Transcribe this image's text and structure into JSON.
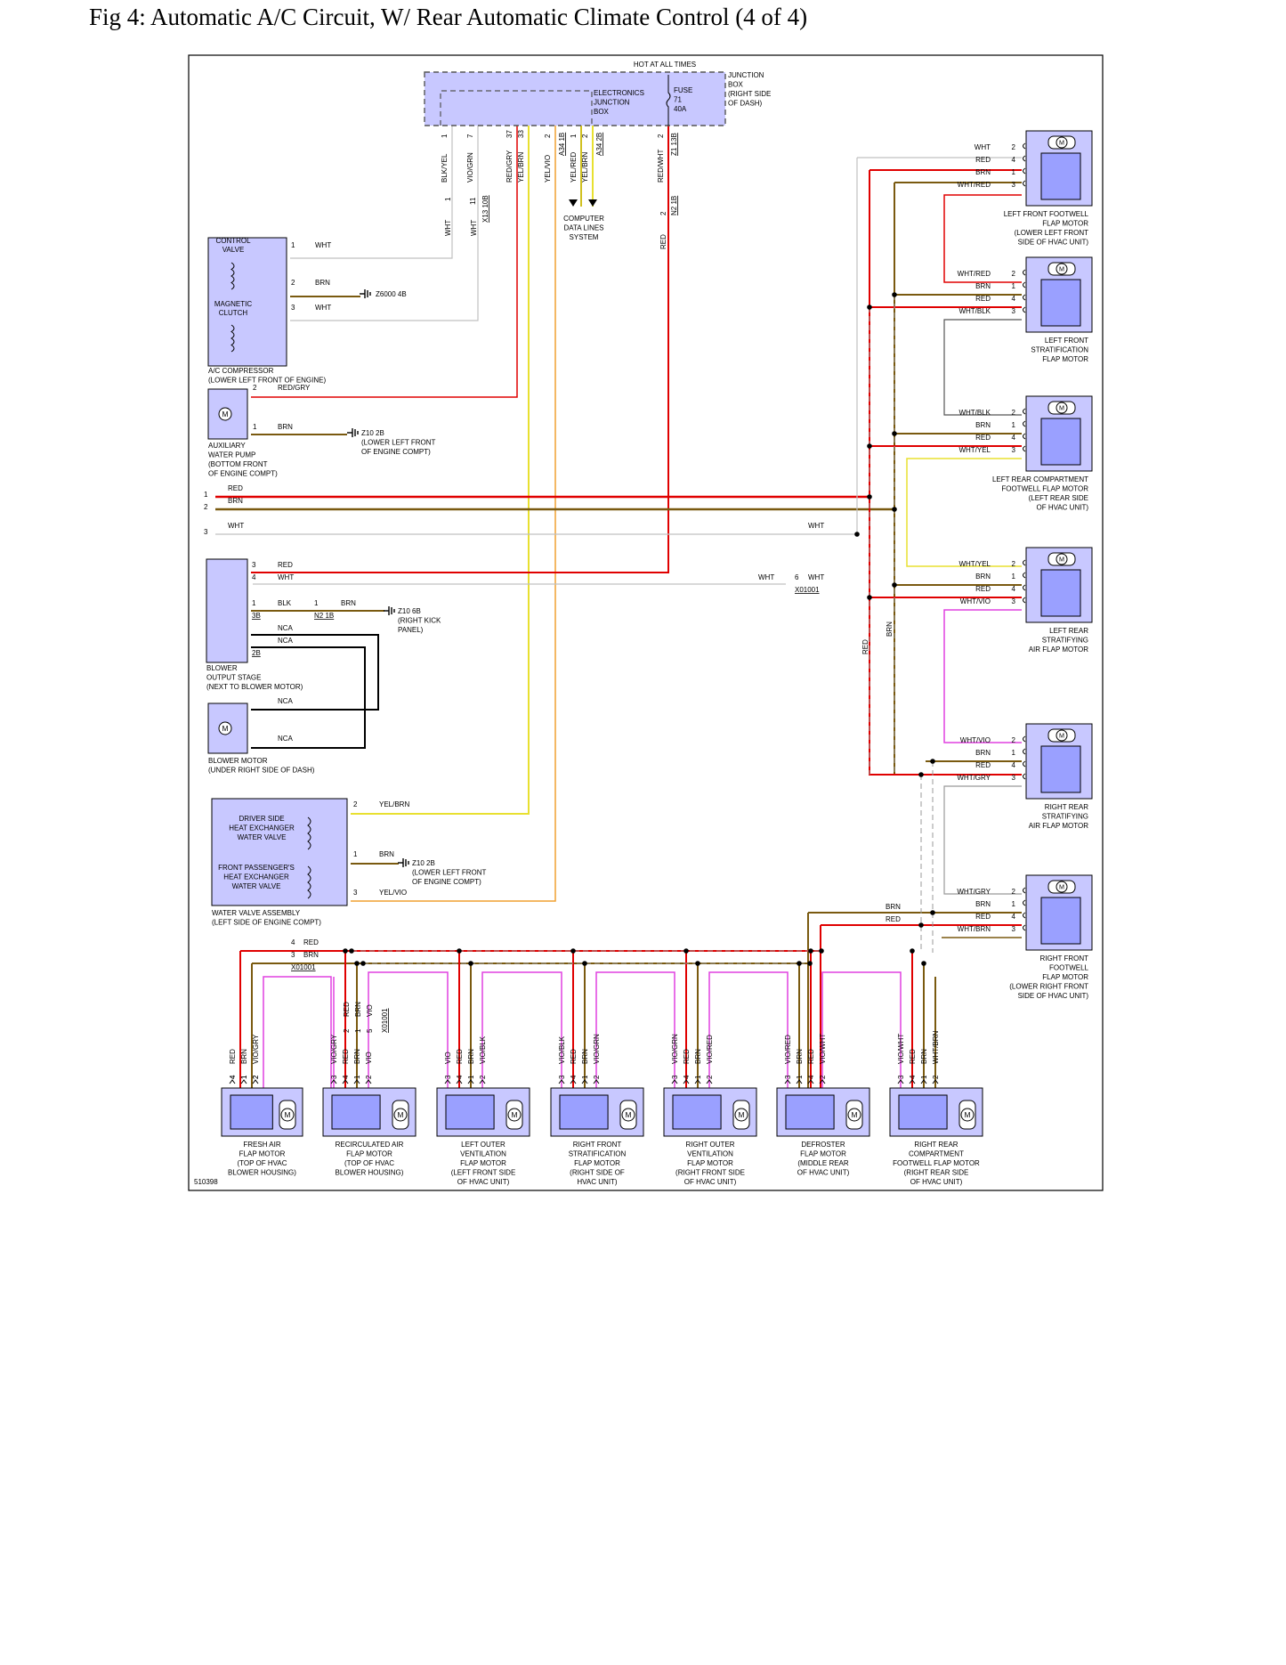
{
  "page": {
    "title": "Fig 4: Automatic A/C Circuit, W/ Rear Automatic Climate Control (4 of 4)"
  },
  "diagram_id": "510398",
  "colors": {
    "red": "#e00000",
    "brown": "#7a5a10",
    "white": "#c0c0c0",
    "yellow": "#e8e030",
    "orange": "#f0a030",
    "violet": "#e040e0",
    "black": "#000000",
    "component_fill": "#c8c8ff"
  },
  "junction_box": {
    "hot_label": "HOT AT ALL TIMES",
    "name": [
      "JUNCTION",
      "BOX",
      "(RIGHT SIDE",
      "OF DASH)"
    ],
    "ejb": [
      "ELECTRONICS",
      "JUNCTION",
      "BOX"
    ],
    "fuse": [
      "FUSE",
      "71",
      "40A"
    ],
    "pins": [
      {
        "pin": "1",
        "wire": "BLK/YEL"
      },
      {
        "pin": "7",
        "wire": "VIO/GRN"
      },
      {
        "pin": "37",
        "wire": "RED/GRY"
      },
      {
        "pin": "33",
        "wire": "YEL/BRN"
      },
      {
        "pin": "2",
        "wire": "YEL/VIO"
      },
      {
        "pin": "1",
        "wire": "YEL/RED"
      },
      {
        "pin": "2",
        "wire": "YEL/BRN"
      },
      {
        "pin": "2",
        "wire": "RED/WHT"
      }
    ],
    "connectors": [
      "A34 1B",
      "A34 2B",
      "Z1 13B"
    ],
    "lower_connector": "X13 10B",
    "lower_pins": [
      "1",
      "11"
    ],
    "lower_wires": [
      "WHT",
      "WHT",
      "RED"
    ],
    "n2": {
      "pin": "2",
      "connector": "N2 1B"
    }
  },
  "computer_data_lines": [
    "COMPUTER",
    "DATA LINES",
    "SYSTEM"
  ],
  "ac_compressor": {
    "control_valve": [
      "CONTROL",
      "VALVE"
    ],
    "magnetic_clutch": [
      "MAGNETIC",
      "CLUTCH"
    ],
    "name": [
      "A/C COMPRESSOR",
      "(LOWER LEFT FRONT OF ENGINE)"
    ],
    "pins": [
      {
        "pin": "1",
        "wire": "WHT"
      },
      {
        "pin": "2",
        "wire": "BRN"
      },
      {
        "pin": "3",
        "wire": "WHT"
      }
    ],
    "ground": "Z6000 4B"
  },
  "aux_pump": {
    "name": [
      "AUXILIARY",
      "WATER PUMP",
      "(BOTTOM FRONT",
      "OF ENGINE COMPT)"
    ],
    "pins": [
      {
        "pin": "2",
        "wire": "RED/GRY"
      },
      {
        "pin": "1",
        "wire": "BRN"
      }
    ],
    "ground": [
      "Z10 2B",
      "(LOWER LEFT FRONT",
      "OF ENGINE COMPT)"
    ]
  },
  "bus": {
    "labels": [
      {
        "pin": "1",
        "wire": "RED"
      },
      {
        "pin": "2",
        "wire": "BRN"
      },
      {
        "pin": "3",
        "wire": "WHT"
      }
    ],
    "right_label": "WHT"
  },
  "blower_output": {
    "name": [
      "BLOWER",
      "OUTPUT STAGE",
      "(NEXT TO BLOWER MOTOR)"
    ],
    "pins": [
      {
        "pin": "3",
        "wire": "RED"
      },
      {
        "pin": "4",
        "wire": "WHT"
      },
      {
        "pin": "1",
        "wire": "BLK"
      },
      {
        "pin": "3B",
        "wire": "NCA"
      },
      {
        "pin": "2B",
        "wire": "NCA"
      }
    ],
    "connector": {
      "pin": "1",
      "name": "N2 1B",
      "wire": "BRN"
    },
    "ground": [
      "Z10 6B",
      "(RIGHT KICK",
      "PANEL)"
    ],
    "x01001": {
      "pin": "6",
      "wire": "WHT",
      "name": "X01001",
      "left_wire": "WHT"
    }
  },
  "blower_motor": {
    "name": [
      "BLOWER MOTOR",
      "(UNDER RIGHT SIDE OF DASH)"
    ],
    "wires": [
      "NCA",
      "NCA"
    ]
  },
  "water_valve": {
    "driver": [
      "DRIVER SIDE",
      "HEAT EXCHANGER",
      "WATER VALVE"
    ],
    "passenger": [
      "FRONT PASSENGER'S",
      "HEAT EXCHANGER",
      "WATER VALVE"
    ],
    "name": [
      "WATER VALVE ASSEMBLY",
      "(LEFT SIDE OF ENGINE COMPT)"
    ],
    "pins": [
      {
        "pin": "2",
        "wire": "YEL/BRN"
      },
      {
        "pin": "1",
        "wire": "BRN"
      },
      {
        "pin": "3",
        "wire": "YEL/VIO"
      }
    ],
    "ground": [
      "Z10 2B",
      "(LOWER LEFT FRONT",
      "OF ENGINE COMPT)"
    ]
  },
  "x01001_bottom": {
    "pins": [
      {
        "pin": "4",
        "wire": "RED"
      },
      {
        "pin": "3",
        "wire": "BRN"
      }
    ],
    "name": "X01001"
  },
  "right_motors": [
    {
      "name": [
        "LEFT FRONT FOOTWELL",
        "FLAP MOTOR",
        "(LOWER LEFT FRONT",
        "SIDE OF HVAC UNIT)"
      ],
      "pins": [
        {
          "wire": "WHT",
          "pin": "2"
        },
        {
          "wire": "RED",
          "pin": "4"
        },
        {
          "wire": "BRN",
          "pin": "1"
        },
        {
          "wire": "WHT/RED",
          "pin": "3"
        }
      ]
    },
    {
      "name": [
        "LEFT FRONT",
        "STRATIFICATION",
        "FLAP MOTOR"
      ],
      "pins": [
        {
          "wire": "WHT/RED",
          "pin": "2"
        },
        {
          "wire": "BRN",
          "pin": "1"
        },
        {
          "wire": "RED",
          "pin": "4"
        },
        {
          "wire": "WHT/BLK",
          "pin": "3"
        }
      ]
    },
    {
      "name": [
        "LEFT REAR COMPARTMENT",
        "FOOTWELL FLAP MOTOR",
        "(LEFT REAR SIDE",
        "OF HVAC UNIT)"
      ],
      "pins": [
        {
          "wire": "WHT/BLK",
          "pin": "2"
        },
        {
          "wire": "BRN",
          "pin": "1"
        },
        {
          "wire": "RED",
          "pin": "4"
        },
        {
          "wire": "WHT/YEL",
          "pin": "3"
        }
      ]
    },
    {
      "name": [
        "LEFT REAR",
        "STRATIFYING",
        "AIR FLAP MOTOR"
      ],
      "pins": [
        {
          "wire": "WHT/YEL",
          "pin": "2"
        },
        {
          "wire": "BRN",
          "pin": "1"
        },
        {
          "wire": "RED",
          "pin": "4"
        },
        {
          "wire": "WHT/VIO",
          "pin": "3"
        }
      ]
    },
    {
      "name": [
        "RIGHT REAR",
        "STRATIFYING",
        "AIR FLAP MOTOR"
      ],
      "pins": [
        {
          "wire": "WHT/VIO",
          "pin": "2"
        },
        {
          "wire": "BRN",
          "pin": "1"
        },
        {
          "wire": "RED",
          "pin": "4"
        },
        {
          "wire": "WHT/GRY",
          "pin": "3"
        }
      ]
    },
    {
      "name": [
        "RIGHT FRONT",
        "FOOTWELL",
        "FLAP MOTOR",
        "(LOWER RIGHT FRONT",
        "SIDE OF HVAC UNIT)"
      ],
      "pins": [
        {
          "wire": "WHT/GRY",
          "pin": "2"
        },
        {
          "wire": "BRN",
          "pin": "1"
        },
        {
          "wire": "RED",
          "pin": "4"
        },
        {
          "wire": "WHT/BRN",
          "pin": "3"
        }
      ]
    }
  ],
  "right_vertical_labels": [
    "RED",
    "BRN"
  ],
  "right_extra_labels": [
    "BRN",
    "RED"
  ],
  "bottom_motors": [
    {
      "name": [
        "FRESH AIR",
        "FLAP MOTOR",
        "(TOP OF HVAC",
        "BLOWER HOUSING)"
      ],
      "wires": [
        "RED",
        "BRN",
        "VIO/GRY"
      ],
      "pins": [
        "4",
        "1",
        "2"
      ]
    },
    {
      "name": [
        "RECIRCULATED AIR",
        "FLAP MOTOR",
        "(TOP OF HVAC",
        "BLOWER HOUSING)"
      ],
      "wires": [
        "VIO/GRY",
        "RED",
        "BRN",
        "VIO"
      ],
      "pins": [
        "3",
        "4",
        "1",
        "2"
      ],
      "upper_wires": [
        "RED",
        "BRN",
        "VIO"
      ],
      "upper_pins": [
        "2",
        "1",
        "5"
      ],
      "connector": "X01001"
    },
    {
      "name": [
        "LEFT OUTER",
        "VENTILATION",
        "FLAP MOTOR",
        "(LEFT FRONT SIDE",
        "OF HVAC UNIT)"
      ],
      "wires": [
        "VIO",
        "RED",
        "BRN",
        "VIO/BLK"
      ],
      "pins": [
        "3",
        "4",
        "1",
        "2"
      ]
    },
    {
      "name": [
        "RIGHT FRONT",
        "STRATIFICATION",
        "FLAP MOTOR",
        "(RIGHT SIDE OF",
        "HVAC UNIT)"
      ],
      "wires": [
        "VIO/BLK",
        "RED",
        "BRN",
        "VIO/GRN"
      ],
      "pins": [
        "3",
        "4",
        "1",
        "2"
      ]
    },
    {
      "name": [
        "RIGHT OUTER",
        "VENTILATION",
        "FLAP MOTOR",
        "(RIGHT FRONT SIDE",
        "OF HVAC UNIT)"
      ],
      "wires": [
        "VIO/GRN",
        "RED",
        "BRN",
        "VIO/RED"
      ],
      "pins": [
        "3",
        "4",
        "1",
        "2"
      ]
    },
    {
      "name": [
        "DEFROSTER",
        "FLAP MOTOR",
        "(MIDDLE REAR",
        "OF HVAC UNIT)"
      ],
      "wires": [
        "VIO/RED",
        "BRN",
        "RED",
        "VIO/WHT"
      ],
      "pins": [
        "3",
        "1",
        "4",
        "2"
      ]
    },
    {
      "name": [
        "RIGHT REAR",
        "COMPARTMENT",
        "FOOTWELL FLAP MOTOR",
        "(RIGHT REAR SIDE",
        "OF HVAC UNIT)"
      ],
      "wires": [
        "VIO/WHT",
        "RED",
        "BRN",
        "WHT/BRN"
      ],
      "pins": [
        "3",
        "4",
        "1",
        "2"
      ]
    }
  ]
}
